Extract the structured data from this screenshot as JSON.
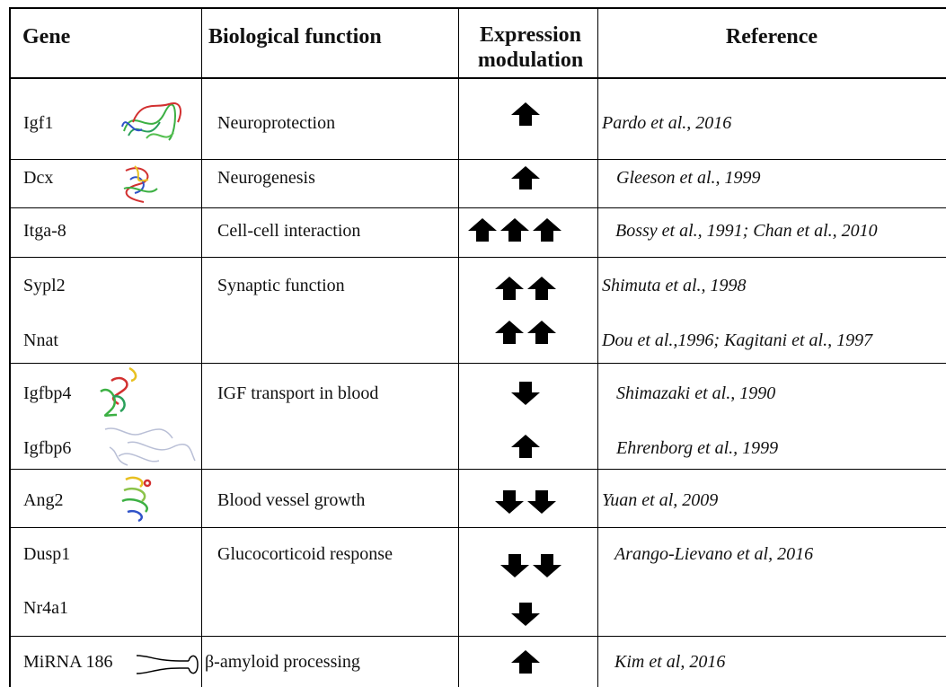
{
  "table": {
    "headers": {
      "gene": "Gene",
      "function": "Biological function",
      "expression_line1": "Expression",
      "expression_line2": "modulation",
      "reference": "Reference"
    },
    "rows": [
      {
        "gene": "Igf1",
        "function": "Neuroprotection",
        "arrows": [
          "up"
        ],
        "reference": "Pardo et al., 2016",
        "icon": "protein-structure-icon"
      },
      {
        "gene": "Dcx",
        "function": "Neurogenesis",
        "arrows": [
          "up"
        ],
        "reference": "Gleeson et al., 1999",
        "icon": "protein-structure-icon"
      },
      {
        "gene": "Itga-8",
        "function": "Cell-cell interaction",
        "arrows": [
          "up",
          "up",
          "up"
        ],
        "reference": "Bossy et al., 1991; Chan et al., 2010"
      },
      {
        "gene": "Sypl2",
        "function": "Synaptic function",
        "arrows": [
          "up",
          "up"
        ],
        "reference": "Shimuta et al., 1998"
      },
      {
        "gene": "Nnat",
        "function": "",
        "arrows": [
          "up",
          "up"
        ],
        "reference": "Dou et al.,1996; Kagitani et al., 1997"
      },
      {
        "gene": "Igfbp4",
        "function": "IGF transport  in blood",
        "arrows": [
          "down"
        ],
        "reference": "Shimazaki et al., 1990",
        "icon": "protein-structure-icon"
      },
      {
        "gene": "Igfbp6",
        "function": "",
        "arrows": [
          "up"
        ],
        "reference": "Ehrenborg et al., 1999",
        "icon": "protein-structure-icon"
      },
      {
        "gene": "Ang2",
        "function": "Blood vessel growth",
        "arrows": [
          "down",
          "down"
        ],
        "reference": "Yuan et al, 2009",
        "icon": "protein-structure-icon"
      },
      {
        "gene": "Dusp1",
        "function": "Glucocorticoid  response",
        "arrows": [
          "down",
          "down"
        ],
        "reference": "Arango-Lievano et al, 2016"
      },
      {
        "gene": "Nr4a1",
        "function": "",
        "arrows": [
          "down"
        ],
        "reference": ""
      },
      {
        "gene": "MiRNA 186",
        "function": "β-amyloid processing",
        "arrows": [
          "up"
        ],
        "reference": "Kim et al, 2016",
        "icon": "hairpin-rna-icon"
      }
    ]
  },
  "colors": {
    "line": "#000000",
    "text": "#111111",
    "protein_green": "#3cb043",
    "protein_red": "#d23030",
    "protein_blue": "#2f52c8",
    "protein_yellow": "#e8c020"
  }
}
